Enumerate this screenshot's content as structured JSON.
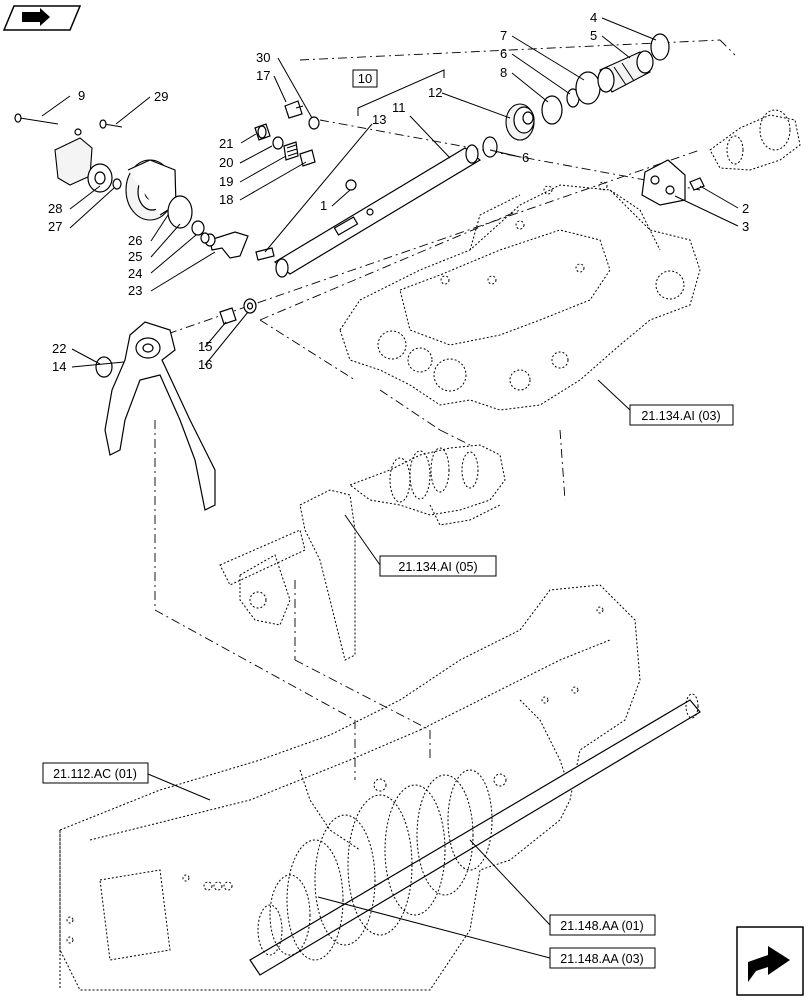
{
  "callouts": {
    "c1": "1",
    "c2": "2",
    "c3": "3",
    "c4": "4",
    "c5": "5",
    "c6a": "6",
    "c6b": "6",
    "c7": "7",
    "c8": "8",
    "c9": "9",
    "c10": "10",
    "c11": "11",
    "c12": "12",
    "c13": "13",
    "c14": "14",
    "c15": "15",
    "c16": "16",
    "c17": "17",
    "c18": "18",
    "c19": "19",
    "c20": "20",
    "c21": "21",
    "c22": "22",
    "c23": "23",
    "c24": "24",
    "c25": "25",
    "c26": "26",
    "c27": "27",
    "c28": "28",
    "c29": "29",
    "c30": "30"
  },
  "references": {
    "ref_134_03": "21.134.AI (03)",
    "ref_134_05": "21.134.AI (05)",
    "ref_112": "21.112.AC (01)",
    "ref_148_01": "21.148.AA (01)",
    "ref_148_03": "21.148.AA (03)"
  },
  "icons": {
    "top_left": "book-arrow-icon",
    "bottom_right": "next-page-arrow-icon"
  }
}
